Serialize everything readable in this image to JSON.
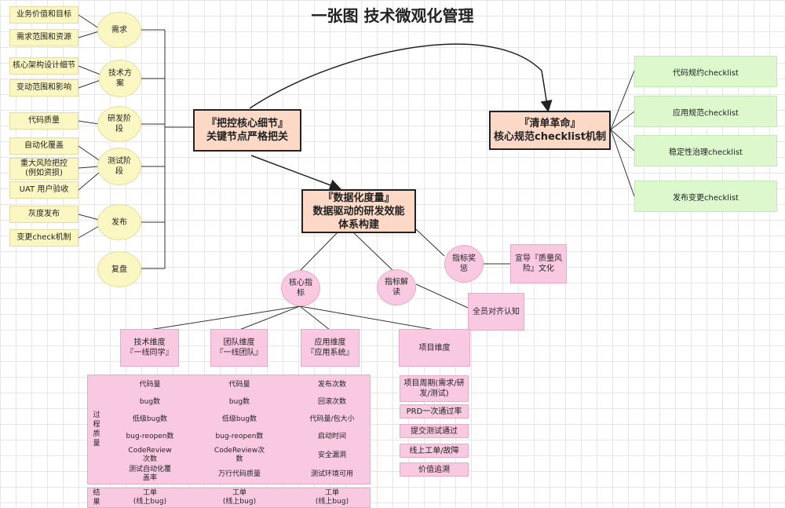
{
  "title": "一张图 技术微观化管理",
  "left_notes": {
    "n1": "业务价值和目标",
    "n2": "需求范围和资源",
    "n3": "核心架构设计细节",
    "n4": "变动范围和影响",
    "n5": "代码质量",
    "n6": "自动化覆盖",
    "n7a": "重大风险把控",
    "n7b": "(例如资损)",
    "n8": "UAT 用户验收",
    "n9": "灰度发布",
    "n10": "变更check机制"
  },
  "stages": {
    "s1": "需求",
    "s2a": "技术方",
    "s2b": "案",
    "s3a": "研发阶",
    "s3b": "段",
    "s4a": "测试阶",
    "s4b": "段",
    "s5": "发布",
    "s6": "复盘"
  },
  "hubs": {
    "control_a": "『把控核心细节』",
    "control_b": "关键节点严格把关",
    "checklist_a": "『清单革命』",
    "checklist_b": "核心规范checklist机制",
    "data_a": "『数据化度量』",
    "data_b": "数据驱动的研发效能",
    "data_c": "体系构建"
  },
  "checklists": {
    "c1": "代码规约checklist",
    "c2": "应用规范checklist",
    "c3": "稳定性治理checklist",
    "c4": "发布变更checklist"
  },
  "metrics": {
    "core_a": "核心指",
    "core_b": "标",
    "interp_a": "指标解",
    "interp_b": "读",
    "reward_a": "指标奖",
    "reward_b": "惩",
    "culture_a": "宣导『质量风",
    "culture_b": "险』文化",
    "align": "全员对齐认知"
  },
  "dimensions": {
    "tech_a": "技术维度",
    "tech_b": "『一线同学』",
    "team_a": "团队维度",
    "team_b": "『一线团队』",
    "app_a": "应用维度",
    "app_b": "『应用系统』",
    "project": "项目维度"
  },
  "process_label": [
    "过",
    "程",
    "质",
    "量"
  ],
  "result_label": [
    "结",
    "果"
  ],
  "tech_metrics": [
    "代码量",
    "bug数",
    "低级bug数",
    "bug-reopen数",
    "CodeReview次数",
    "测试自动化覆盖率"
  ],
  "team_metrics": [
    "代码量",
    "bug数",
    "低级bug数",
    "bug-reopen数",
    "CodeReview次数",
    "万行代码质量"
  ],
  "app_metrics": [
    "发布次数",
    "回滚次数",
    "代码量/包大小",
    "启动时间",
    "安全漏洞",
    "测试环境可用"
  ],
  "result_metric_a": "工单",
  "result_metric_b": "(线上bug)",
  "project_metrics": [
    "项目周期(需求/研发/测试)",
    "PRD一次通过率",
    "提交测试通过",
    "线上工单/故障",
    "价值追溯"
  ]
}
